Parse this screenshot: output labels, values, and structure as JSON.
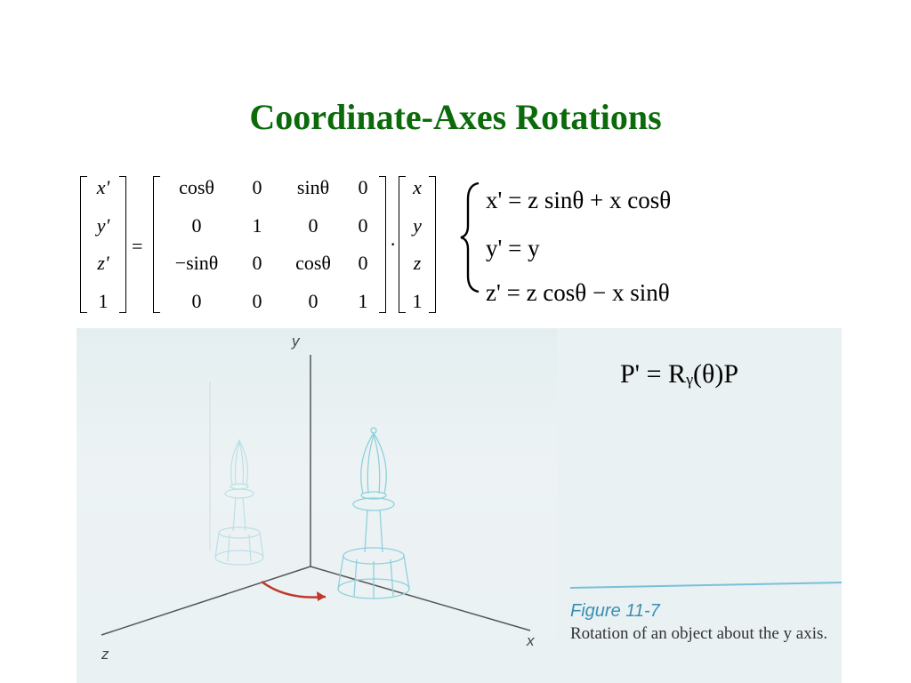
{
  "title": "Coordinate-Axes Rotations",
  "matrix_equation": {
    "result_vector": [
      "x'",
      "y'",
      "z'",
      "1"
    ],
    "equals": "=",
    "rotation_matrix": [
      [
        "cosθ",
        "0",
        "sinθ",
        "0"
      ],
      [
        "0",
        "1",
        "0",
        "0"
      ],
      [
        "−sinθ",
        "0",
        "cosθ",
        "0"
      ],
      [
        "0",
        "0",
        "0",
        "1"
      ]
    ],
    "dot": "·",
    "input_vector": [
      "x",
      "y",
      "z",
      "1"
    ]
  },
  "equation_system": [
    "x' = z sinθ + x cosθ",
    "y' = y",
    "z' = z cosθ − x sinθ"
  ],
  "compact_formula": "P' = Rᵧ(θ)P",
  "figure": {
    "axis_y": "y",
    "axis_x": "x",
    "axis_z": "z",
    "label": "Figure 11-7",
    "caption": "Rotation of an object about the y axis."
  },
  "colors": {
    "title": "#0b6b0b",
    "figure_label": "#3a8fb0",
    "arrow": "#c0392b",
    "object_wire": "#8fd0dc"
  },
  "icons": {
    "object": "chess-bishop-wireframe-icon",
    "rotation": "curved-arrow-icon"
  }
}
